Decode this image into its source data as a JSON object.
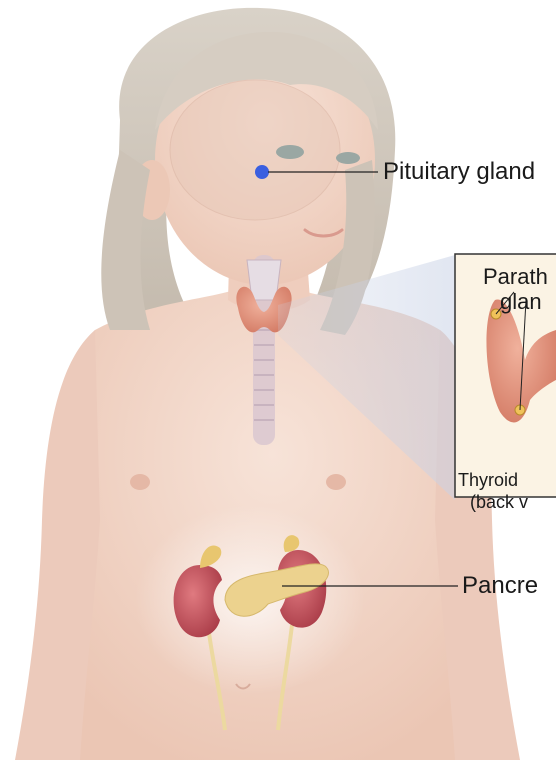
{
  "labels": {
    "pituitary": "Pituitary gland",
    "pancreas": "Pancre",
    "parathyroid_line1": "Parath",
    "parathyroid_line2": "glan",
    "thyroid_line1": "Thyroid",
    "thyroid_line2": "(back v"
  },
  "colors": {
    "skin": "#f3d6c8",
    "hair": "#cfc6bb",
    "pituitary": "#3a5fe0",
    "thyroid": "#e0927a",
    "kidney": "#c0505a",
    "pancreas": "#ecd28e",
    "inset_bg": "#fbf3e4"
  }
}
